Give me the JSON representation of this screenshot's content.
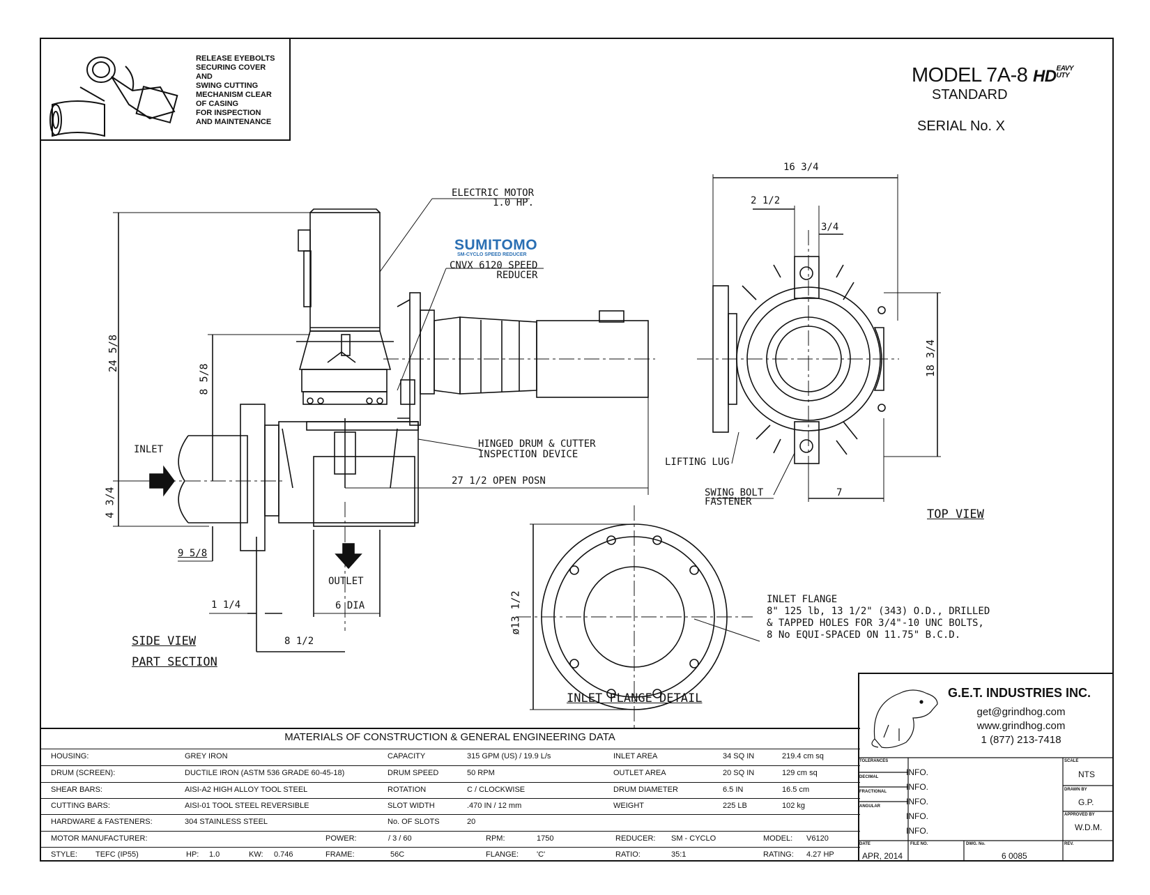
{
  "note": {
    "text": "RELEASE EYEBOLTS\nSECURING COVER\nAND\nSWING CUTTING\nMECHANISM CLEAR\nOF CASING\nFOR INSPECTION\nAND MAINTENANCE"
  },
  "header": {
    "model": "MODEL 7A-8",
    "hd_letters": "HD",
    "hd_small": "EAVY UTY",
    "subtitle": "STANDARD",
    "serial": "SERIAL No. X"
  },
  "side_view": {
    "callouts": {
      "motor": "ELECTRIC MOTOR\n1.0 HP.",
      "brand": "SUMITOMO",
      "brand_sub": "SM-CYCLO SPEED REDUCER",
      "reducer": "CNVX 6120 SPEED\nREDUCER",
      "hinged": "HINGED DRUM & CUTTER\nINSPECTION DEVICE",
      "open_posn": "27 1/2 OPEN POSN",
      "inlet": "INLET",
      "outlet": "OUTLET"
    },
    "dims": {
      "overall_height": "24 5/8",
      "upper_height": "8 5/8",
      "inlet_height": "4 3/4",
      "inlet_offset": "9 5/8",
      "flange_thk": "1 1/4",
      "outlet_dia": "6 DIA",
      "centerline": "8 1/2"
    },
    "title_1": "SIDE VIEW",
    "title_2": "PART SECTION"
  },
  "top_view": {
    "dims": {
      "width": "16 3/4",
      "lug_offset": "2 1/2",
      "bolt": "3/4",
      "height": "18 3/4",
      "center": "7"
    },
    "callouts": {
      "lifting_lug": "LIFTING LUG",
      "swing_bolt": "SWING BOLT\nFASTENER"
    },
    "title": "TOP VIEW"
  },
  "flange_detail": {
    "dim": "ø13 1/2",
    "note": "INLET FLANGE\n8\" 125 lb, 13 1/2\" (343) O.D., DRILLED\n& TAPPED HOLES FOR 3/4\"-10 UNC BOLTS,\n8 No EQUI-SPACED ON 11.75\" B.C.D.",
    "title": "INLET FLANGE DETAIL"
  },
  "materials": {
    "title": "MATERIALS OF CONSTRUCTION & GENERAL  ENGINEERING  DATA",
    "rows": [
      [
        "HOUSING:",
        "GREY IRON",
        "CAPACITY",
        "315 GPM (US) / 19.9 L/s",
        "INLET  AREA",
        "34 SQ IN",
        "219.4 cm sq"
      ],
      [
        "DRUM (SCREEN):",
        "DUCTILE IRON (ASTM 536 GRADE 60-45-18)",
        "DRUM  SPEED",
        "50 RPM",
        "OUTLET  AREA",
        "20 SQ IN",
        "129 cm sq"
      ],
      [
        "SHEAR BARS:",
        "AISI-A2 HIGH ALLOY TOOL STEEL",
        "ROTATION",
        "C / CLOCKWISE",
        "DRUM  DIAMETER",
        "6.5 IN",
        "16.5 cm"
      ],
      [
        "CUTTING BARS:",
        "AISI-01 TOOL STEEL REVERSIBLE",
        "SLOT  WIDTH",
        ".470 IN / 12 mm",
        "WEIGHT",
        "225 LB",
        "102 kg"
      ],
      [
        "HARDWARE & FASTENERS:",
        "304 STAINLESS STEEL",
        "No. OF SLOTS",
        "20",
        "",
        "",
        ""
      ]
    ],
    "motor_row": {
      "manufacturer_label": "MOTOR MANUFACTURER:",
      "power_label": "POWER:",
      "power_value": "/ 3 / 60",
      "rpm_label": "RPM:",
      "rpm_value": "1750",
      "reducer_label": "REDUCER:",
      "reducer_value": "SM - CYCLO",
      "model_label": "MODEL:",
      "model_value": "V6120"
    },
    "style_row": {
      "style_label": "STYLE:",
      "style_value": "TEFC (IP55)",
      "hp_label": "HP:",
      "hp_value": "1.0",
      "kw_label": "KW:",
      "kw_value": "0.746",
      "frame_label": "FRAME:",
      "frame_value": "56C",
      "flange_label": "FLANGE:",
      "flange_value": "'C'",
      "ratio_label": "RATIO:",
      "ratio_value": "35:1",
      "rating_label": "RATING:",
      "rating_value": "4.27 HP"
    }
  },
  "title_block": {
    "company": "G.E.T. INDUSTRIES INC.",
    "email": "get@grindhog.com",
    "web": "www.grindhog.com",
    "phone": "1 (877) 213-7418",
    "labels": {
      "tolerances": "TOLERANCES",
      "decimal": "DECIMAL",
      "fractional": "FRACTIONAL",
      "angular": "ANGULAR",
      "scale": "SCALE",
      "drawn_by": "DRAWN BY",
      "approved_by": "APPROVED BY",
      "date": "DATE",
      "file_no": "FILE NO.",
      "dwg_no": "DWG. No.",
      "rev": "REV."
    },
    "info": [
      "INFO.",
      "INFO.",
      "INFO.",
      "INFO.",
      "INFO."
    ],
    "scale": "NTS",
    "drawn": "G.P.",
    "approved": "W.D.M.",
    "date": "APR, 2014",
    "dwg": "6 0085"
  }
}
